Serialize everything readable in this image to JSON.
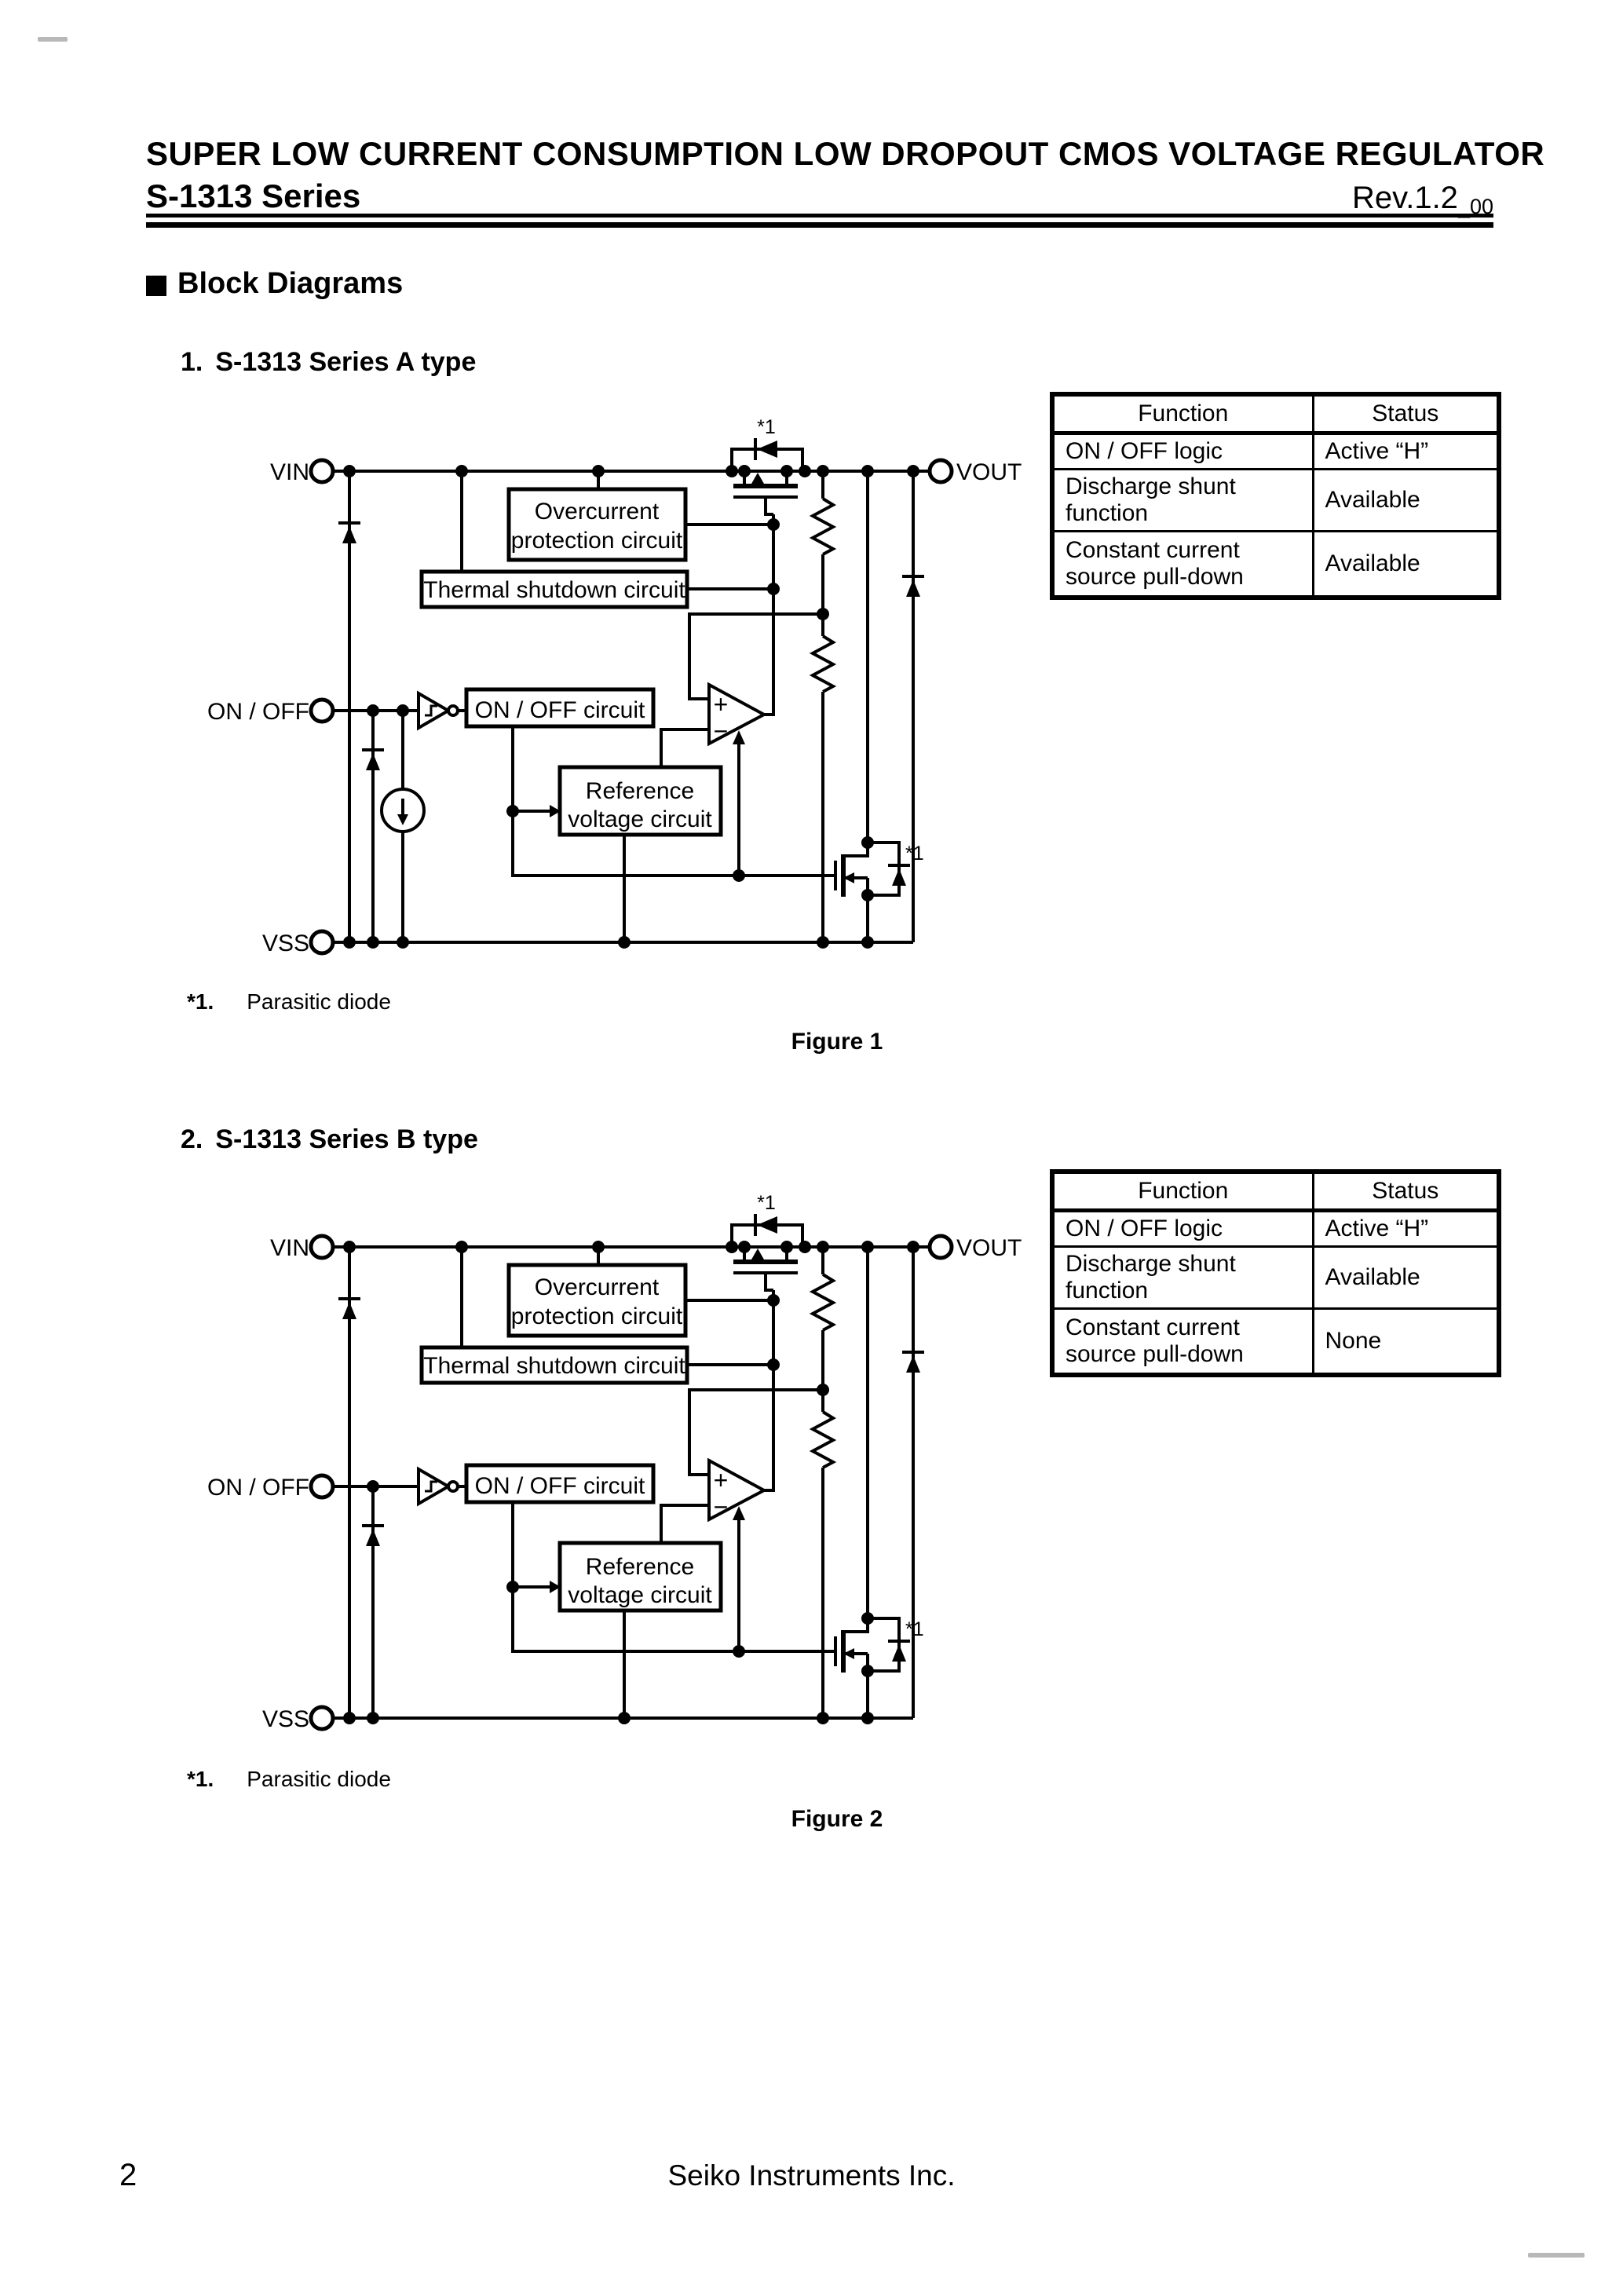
{
  "header": {
    "title_line1": "SUPER LOW CURRENT CONSUMPTION LOW DROPOUT CMOS VOLTAGE REGULATOR",
    "title_line2": "S-1313 Series",
    "revision": "Rev.1.2",
    "revision_sub": "_00"
  },
  "section": {
    "title": "Block Diagrams"
  },
  "figures": [
    {
      "heading_number": "1.",
      "heading": "S-1313 Series A type",
      "caption": "Figure 1",
      "note_marker": "*1.",
      "note_text": "Parasitic diode",
      "has_current_source": true,
      "terminals": {
        "vin": "VIN",
        "vout": "VOUT",
        "on_off": "ON / OFF",
        "vss": "VSS"
      },
      "blocks": {
        "overcurrent_line1": "Overcurrent",
        "overcurrent_line2": "protection circuit",
        "thermal": "Thermal shutdown circuit",
        "on_off_circuit": "ON / OFF circuit",
        "reference_line1": "Reference",
        "reference_line2": "voltage circuit"
      },
      "opamp": {
        "plus": "+",
        "minus": "−"
      },
      "annotations": {
        "parasitic_top": "*1",
        "parasitic_bottom": "*1"
      },
      "table": {
        "headers": [
          "Function",
          "Status"
        ],
        "rows": [
          [
            "ON / OFF logic",
            "Active “H”"
          ],
          [
            "Discharge shunt function",
            "Available"
          ],
          [
            "Constant current source pull-down",
            "Available"
          ]
        ]
      }
    },
    {
      "heading_number": "2.",
      "heading": "S-1313 Series B type",
      "caption": "Figure 2",
      "note_marker": "*1.",
      "note_text": "Parasitic diode",
      "has_current_source": false,
      "terminals": {
        "vin": "VIN",
        "vout": "VOUT",
        "on_off": "ON / OFF",
        "vss": "VSS"
      },
      "blocks": {
        "overcurrent_line1": "Overcurrent",
        "overcurrent_line2": "protection circuit",
        "thermal": "Thermal shutdown circuit",
        "on_off_circuit": "ON / OFF circuit",
        "reference_line1": "Reference",
        "reference_line2": "voltage circuit"
      },
      "opamp": {
        "plus": "+",
        "minus": "−"
      },
      "annotations": {
        "parasitic_top": "*1",
        "parasitic_bottom": "*1"
      },
      "table": {
        "headers": [
          "Function",
          "Status"
        ],
        "rows": [
          [
            "ON / OFF logic",
            "Active “H”"
          ],
          [
            "Discharge shunt function",
            "Available"
          ],
          [
            "Constant current source pull-down",
            "None"
          ]
        ]
      }
    }
  ],
  "footer": {
    "page_number": "2",
    "company": "Seiko Instruments Inc."
  }
}
